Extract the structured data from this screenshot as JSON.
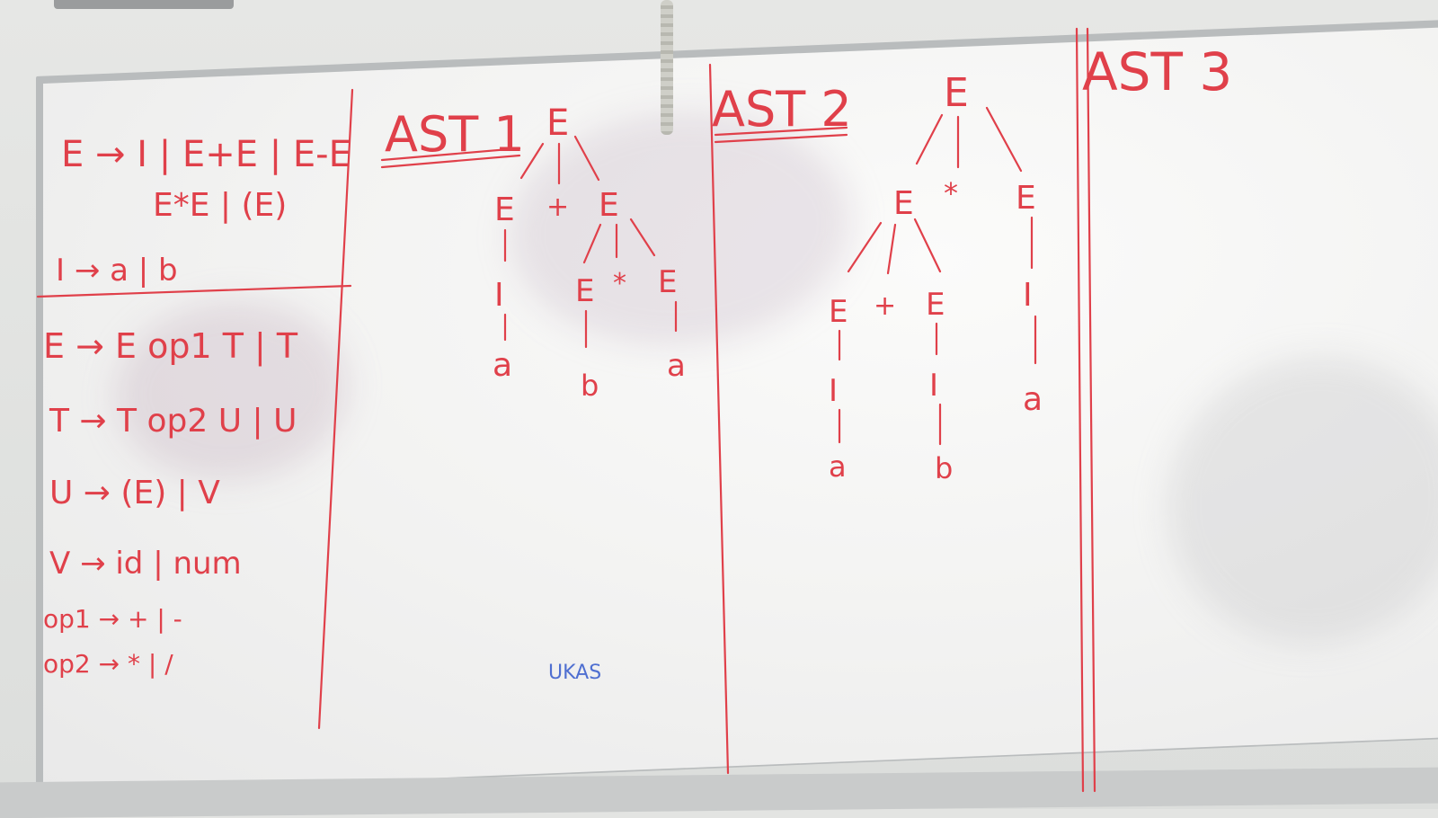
{
  "grammar1": {
    "line1": "E → I | E+E | E-E",
    "line2": "E*E | (E)",
    "line3": "I → a | b"
  },
  "grammar2": {
    "line1": "E → E op1 T | T",
    "line2": "T → T op2 U | U",
    "line3": "U → (E) | V",
    "line4": "V → id | num",
    "line5": "op1 → + | -",
    "line6": "op2 → * | /"
  },
  "ast1": {
    "title": "AST 1",
    "root": "E",
    "left": "E",
    "plus": "+",
    "right": "E",
    "l_i": "I",
    "l_leaf": "a",
    "r_e1": "E",
    "star": "*",
    "r_e2": "E",
    "r_leaf1": "b",
    "r_leaf2": "a"
  },
  "ast2": {
    "title": "AST 2",
    "root": "E",
    "left": "E",
    "star": "*",
    "right": "E",
    "ll": "E",
    "plus": "+",
    "lr": "E",
    "ll_i": "I",
    "ll_leaf": "a",
    "lr_i": "I",
    "lr_leaf": "b",
    "r_i": "I",
    "r_leaf": "a"
  },
  "ast3": {
    "title": "AST 3"
  },
  "scribble": "UKAS",
  "colors": {
    "red_marker": "#e0404a",
    "blue_marker": "#4f6fd1",
    "board": "#f4f4f3"
  }
}
